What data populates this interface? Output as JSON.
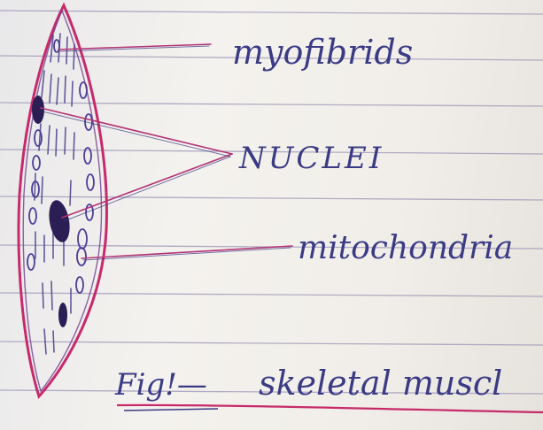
{
  "labels": {
    "myofibrils": "myofibrids",
    "nuclei": "NUCLEI",
    "mitochondria": "mitochondria"
  },
  "caption": {
    "fig": "Fig!—",
    "title": "skeletal muscl"
  },
  "colors": {
    "ink": "#3a3b84",
    "fiber_outline": "#c62a6b",
    "nucleus": "#2a1e55",
    "ruled_line": "#9a93b8",
    "paper": "#f1eee9"
  }
}
